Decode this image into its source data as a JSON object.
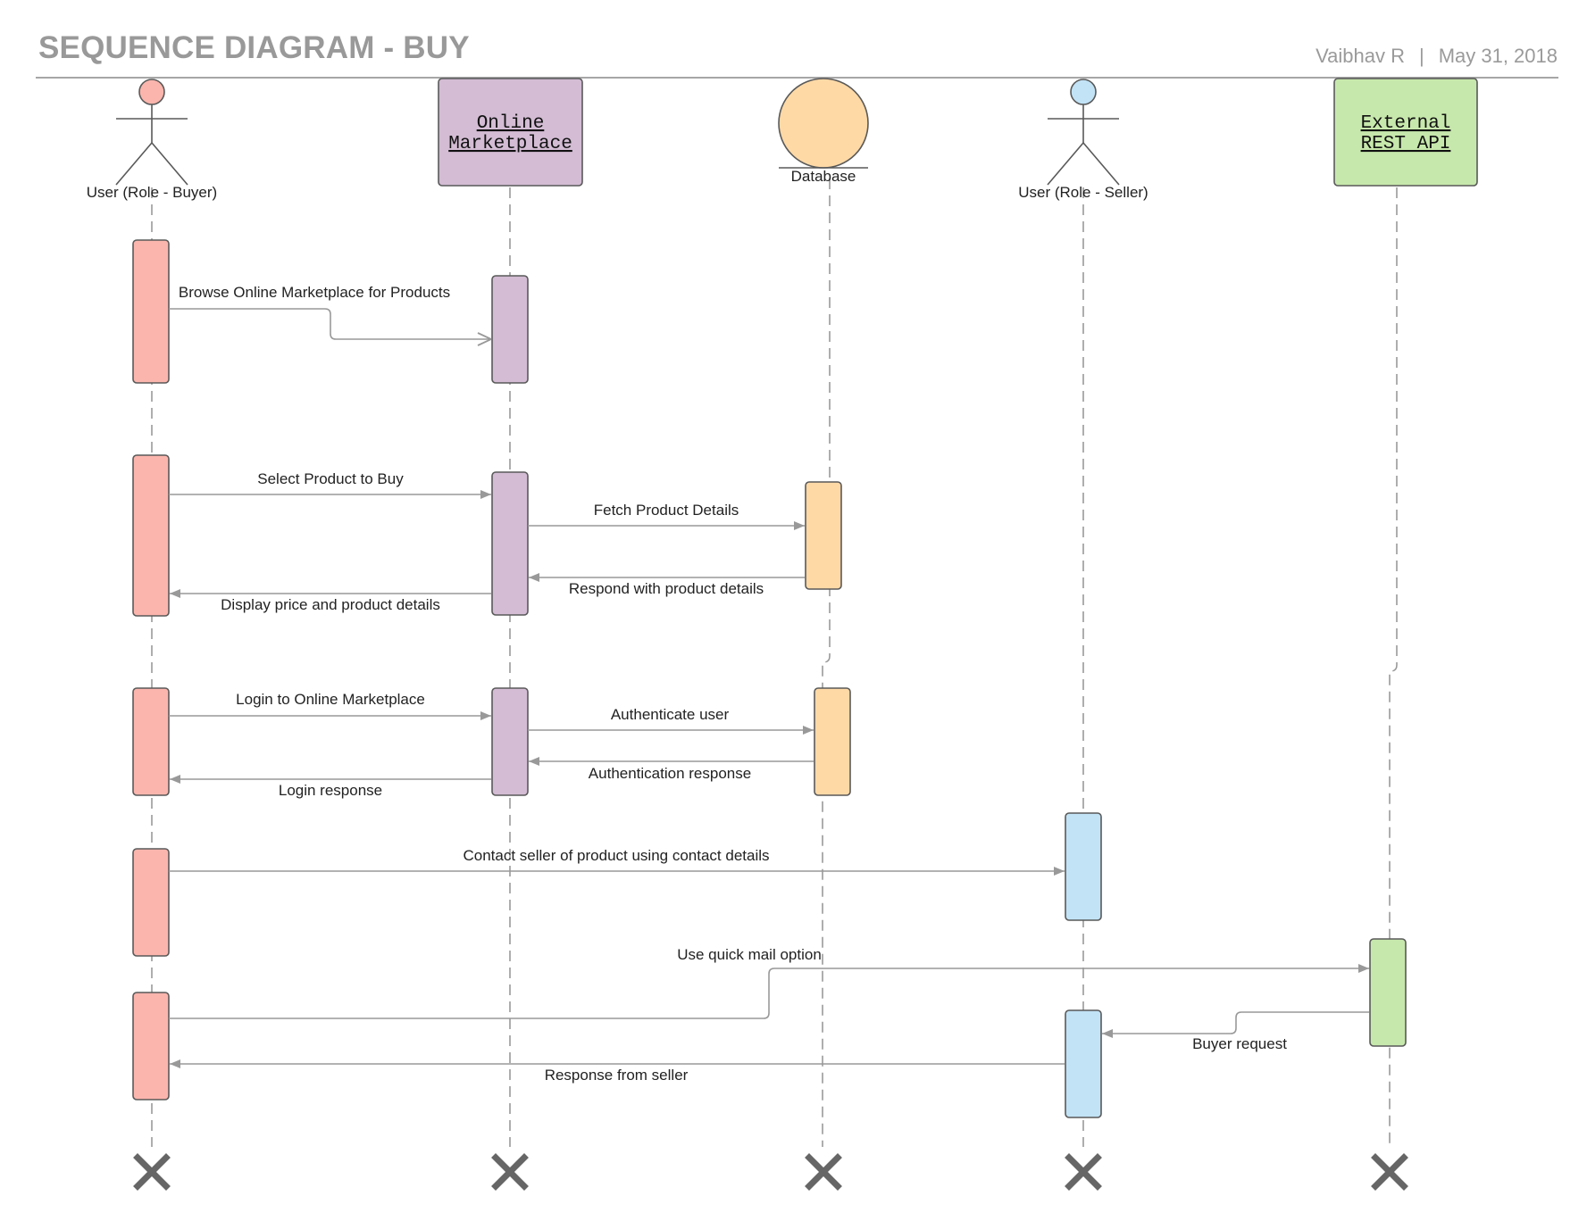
{
  "header": {
    "title": "SEQUENCE DIAGRAM - BUY",
    "author": "Vaibhav R",
    "separator": "|",
    "date": "May 31, 2018"
  },
  "participants": [
    {
      "id": "buyer",
      "kind": "actor",
      "label": "User (Role - Buyer)",
      "color": "#fbb5ad"
    },
    {
      "id": "marketplace",
      "kind": "box",
      "label_lines": [
        "Online",
        "Marketplace"
      ],
      "color": "#d3bcd4"
    },
    {
      "id": "database",
      "kind": "entity",
      "label": "Database",
      "color": "#fed9a6"
    },
    {
      "id": "seller",
      "kind": "actor",
      "label": "User (Role - Seller)",
      "color": "#c2e3f6"
    },
    {
      "id": "api",
      "kind": "box",
      "label_lines": [
        "External",
        "REST API"
      ],
      "color": "#c7e8ac"
    }
  ],
  "messages": [
    {
      "label": "Browse Online Marketplace for Products",
      "from": "buyer",
      "to": "marketplace",
      "arrow": "open"
    },
    {
      "label": "Select Product to Buy",
      "from": "buyer",
      "to": "marketplace",
      "arrow": "filled"
    },
    {
      "label": "Fetch Product Details",
      "from": "marketplace",
      "to": "database",
      "arrow": "filled"
    },
    {
      "label": "Respond with product details",
      "from": "database",
      "to": "marketplace",
      "arrow": "filled"
    },
    {
      "label": "Display price and product details",
      "from": "marketplace",
      "to": "buyer",
      "arrow": "filled"
    },
    {
      "label": "Login to Online Marketplace",
      "from": "buyer",
      "to": "marketplace",
      "arrow": "filled"
    },
    {
      "label": "Authenticate user",
      "from": "marketplace",
      "to": "database",
      "arrow": "filled"
    },
    {
      "label": "Authentication response",
      "from": "database",
      "to": "marketplace",
      "arrow": "filled"
    },
    {
      "label": "Login response",
      "from": "marketplace",
      "to": "buyer",
      "arrow": "filled"
    },
    {
      "label": "Contact seller of  product using contact details",
      "from": "buyer",
      "to": "seller",
      "arrow": "filled"
    },
    {
      "label": "Use quick mail option",
      "from": "buyer",
      "to": "api",
      "arrow": "filled"
    },
    {
      "label": "Buyer request",
      "from": "api",
      "to": "seller",
      "arrow": "filled"
    },
    {
      "label": "Response from seller",
      "from": "seller",
      "to": "buyer",
      "arrow": "filled"
    }
  ],
  "colors": {
    "line": "#999999",
    "outline": "#595959",
    "terminator": "#666666"
  }
}
